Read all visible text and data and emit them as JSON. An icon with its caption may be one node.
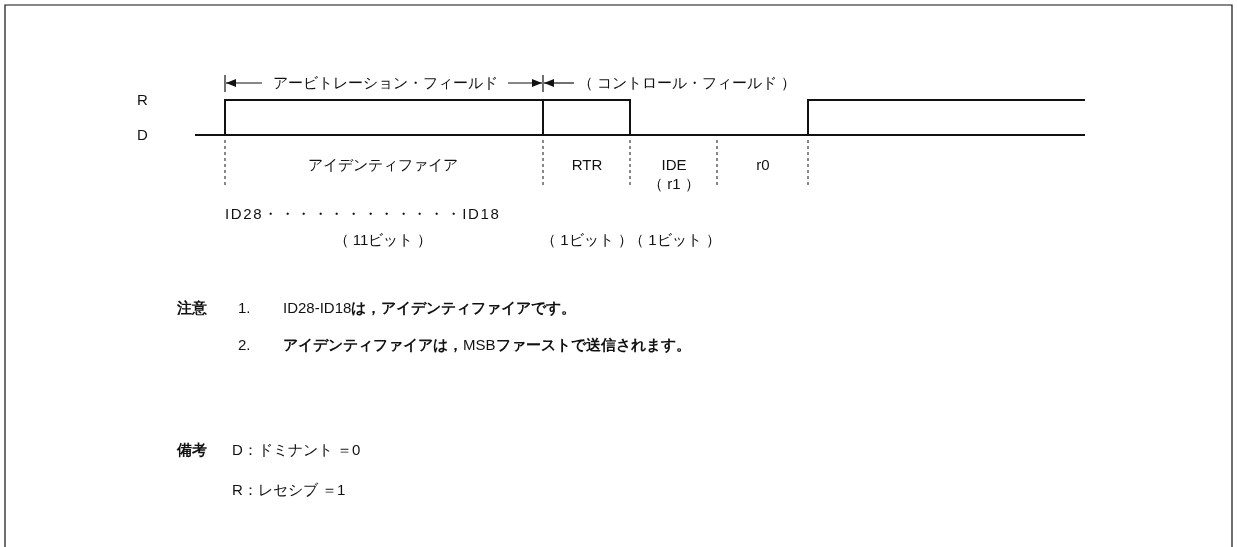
{
  "diagram": {
    "labels": [
      "アービトレーション・フィールド",
      "（ コントロール・フィールド ）",
      "R",
      "D",
      "アイデンティファイア",
      "RTR",
      "IDE",
      "r0",
      "（ r1 ）",
      "ID28・・・・・・・・・・・・ID18",
      "（ 11ビット ）",
      "（ 1ビット ）",
      "（ 1ビット ）",
      "注意",
      "1.",
      "ID28-ID18**は，アイデンティファイアです。**",
      "2.",
      "**アイデンティファイアは，**MSB**ファーストで送信されます。**",
      "備考",
      "D：ドミナント ＝0",
      "R：レセシブ ＝1"
    ]
  }
}
